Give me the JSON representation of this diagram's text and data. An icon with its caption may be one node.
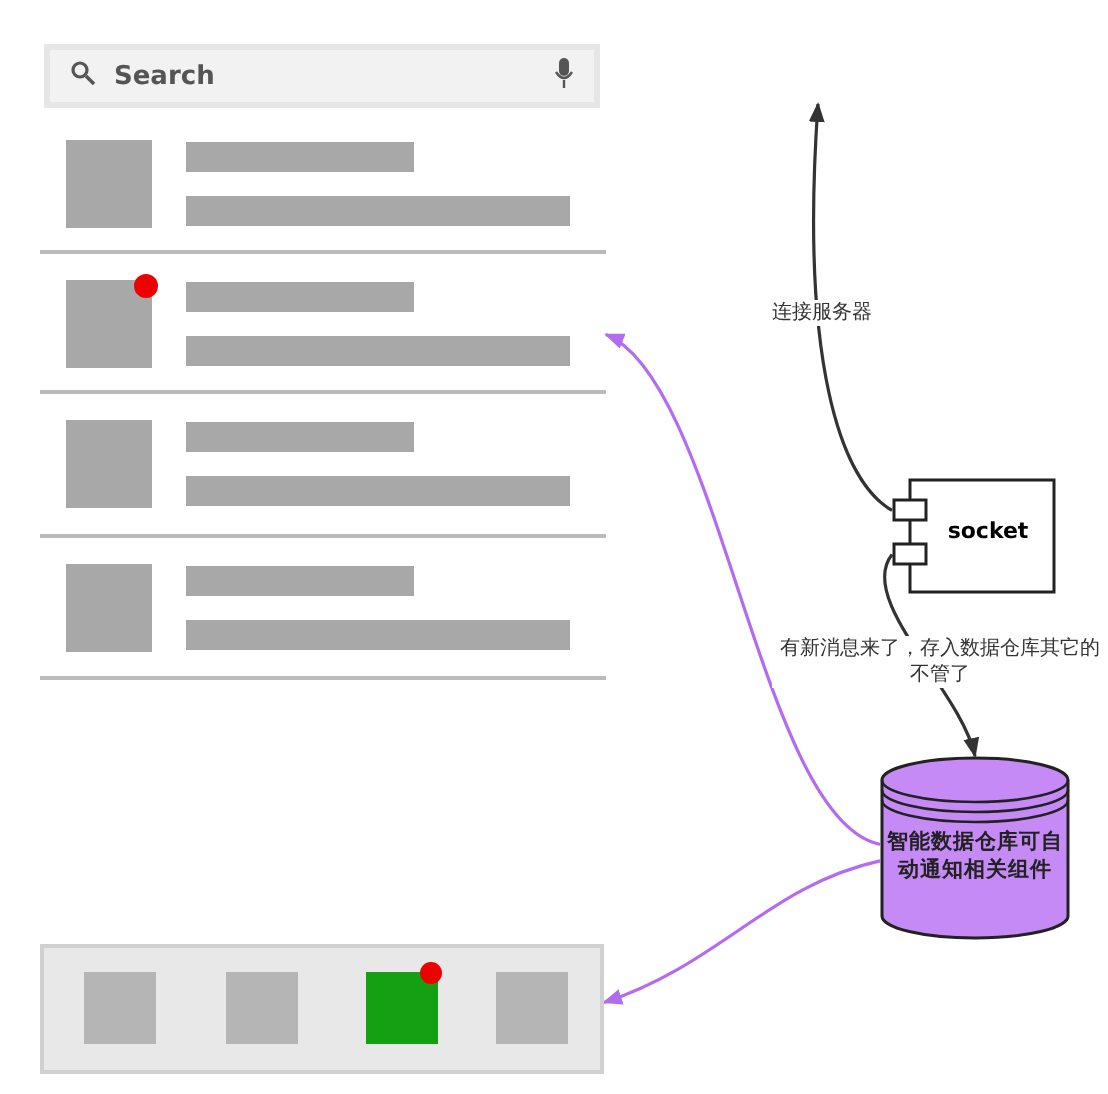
{
  "diagram": {
    "nodes": [
      {
        "text": [],
        "shape": "box"
      },
      {
        "text": [],
        "shape": "box"
      },
      {
        "text": [],
        "shape": "box"
      },
      {
        "text": [],
        "shape": "box"
      },
      {
        "text": [],
        "shape": "box"
      },
      {
        "text": [
          "socket"
        ]
      },
      {
        "text": [
          "智能数据仓库可自动通知相关组件"
        ]
      }
    ],
    "edges": [
      {
        "from": 5,
        "to": null,
        "arrow": "to",
        "label": "连接服务器",
        "color": "#333333"
      },
      {
        "from": 5,
        "to": 6,
        "arrow": "to",
        "label": "有新消息来了，存入数据仓库其它的不管了",
        "color": "#333333"
      },
      {
        "from": 6,
        "to": 1,
        "arrow": "to",
        "color": "#b36bf0"
      },
      {
        "from": 6,
        "to": 4,
        "arrow": "to",
        "color": "#b36bf0"
      }
    ],
    "labels": [
      "Search"
    ]
  }
}
